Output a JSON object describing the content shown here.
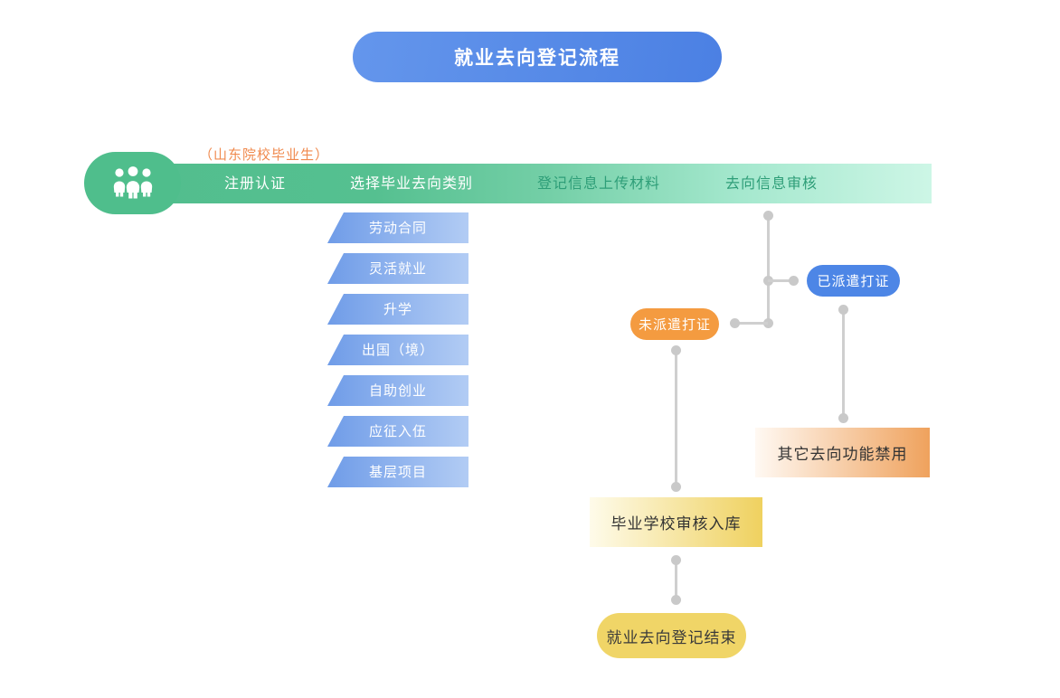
{
  "title": "就业去向登记流程",
  "audience_label": "（山东院校毕业生）",
  "process_bar": {
    "steps": [
      "注册认证",
      "选择毕业去向类别",
      "登记信息上传材料",
      "去向信息审核"
    ],
    "icon": "people-icon"
  },
  "destination_types": [
    "劳动合同",
    "灵活就业",
    "升学",
    "出国（境）",
    "自助创业",
    "应征入伍",
    "基层项目"
  ],
  "nodes": {
    "not_dispatched": "未派遣打证",
    "dispatched": "已派遣打证",
    "others_disabled": "其它去向功能禁用",
    "school_review": "毕业学校审核入库",
    "registration_end": "就业去向登记结束"
  },
  "colors": {
    "title_blue": "#4F85E4",
    "bar_green": "#52BE8E",
    "bar_green_light": "#CDF6E6",
    "people_pill_green": "#4FBE8C",
    "step_text_white": "#FFFFFF",
    "step_text_green": "#2E9E78",
    "audience_text_orange": "#F08A4E",
    "type_blue_start": "#6F9CE8",
    "type_blue_end": "#B2CCF4",
    "not_dispatched_orange": "#F49B40",
    "dispatched_blue": "#4D86E6",
    "disabled_box_orange": "#EFA25D",
    "school_box_yellow": "#EFD15F",
    "end_pill_yellow": "#F0D567",
    "connector_gray": "#CCCCCC",
    "dark_text": "#333333"
  }
}
